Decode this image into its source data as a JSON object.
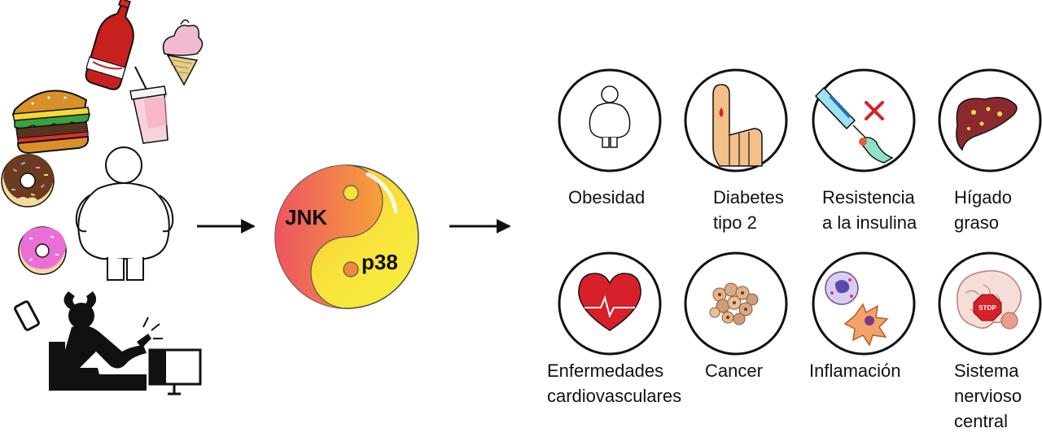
{
  "center": {
    "left_label": "JNK",
    "right_label": "p38"
  },
  "conditions": [
    {
      "icon": "obese-person-icon",
      "lines": [
        "Obesidad"
      ]
    },
    {
      "icon": "blood-drop-finger-icon",
      "lines": [
        "Diabetes",
        "tipo 2"
      ]
    },
    {
      "icon": "syringe-cross-icon",
      "lines": [
        "Resistencia",
        "a la insulina"
      ]
    },
    {
      "icon": "fatty-liver-icon",
      "lines": [
        "Hígado",
        "graso"
      ]
    },
    {
      "icon": "heart-ecg-icon",
      "lines": [
        "Enfermedades",
        "cardiovasculares"
      ]
    },
    {
      "icon": "tumor-cells-icon",
      "lines": [
        "Cancer"
      ]
    },
    {
      "icon": "immune-cells-icon",
      "lines": [
        "Inflamación"
      ]
    },
    {
      "icon": "brain-stop-icon",
      "lines": [
        "Sistema",
        "nervioso",
        "central"
      ]
    }
  ],
  "stop_sign": "STOP",
  "colors": {
    "yin_red": "#ee5a5f",
    "yin_yellow": "#f7eb3c",
    "arrow": "#111111",
    "blood": "#d6202a"
  }
}
